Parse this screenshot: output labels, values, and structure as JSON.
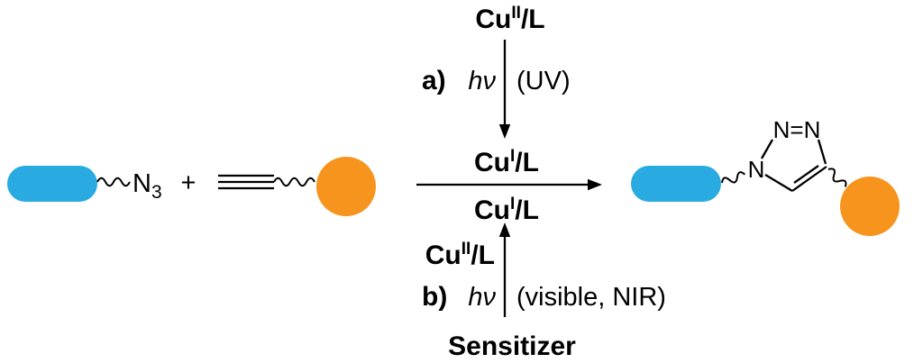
{
  "colors": {
    "polymer_blue": "#29ABE2",
    "polymer_orange": "#F7941D",
    "line_black": "#000000"
  },
  "reactants": {
    "azide_symbol": "N",
    "azide_subscript": "3",
    "plus": "+"
  },
  "main_arrow": {
    "catalyst_above": {
      "metal": "Cu",
      "oxidation": "I",
      "ligand": "/L"
    },
    "catalyst_below": {
      "metal": "Cu",
      "oxidation": "I",
      "ligand": "/L"
    }
  },
  "pathway_a": {
    "label": "a)",
    "precatalyst": {
      "metal": "Cu",
      "oxidation": "II",
      "ligand": "/L"
    },
    "light": "hν",
    "wavelength": "(UV)"
  },
  "pathway_b": {
    "label": "b)",
    "precatalyst": {
      "metal": "Cu",
      "oxidation": "II",
      "ligand": "/L"
    },
    "light": "hν",
    "wavelength": "(visible, NIR)",
    "sensitizer": "Sensitizer"
  },
  "product": {
    "triazole_top": "N=N",
    "triazole_n1": "N"
  }
}
